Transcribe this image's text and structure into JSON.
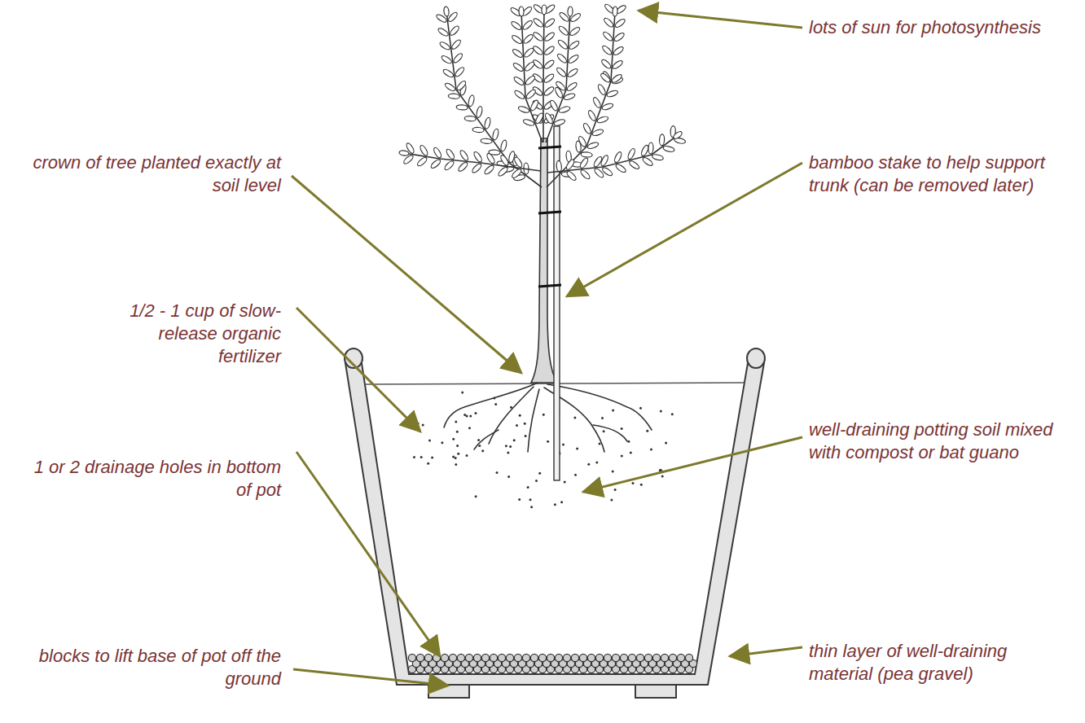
{
  "diagram": {
    "labels": [
      "lots of sun for photosynthesis",
      "crown of tree planted exactly at soil level",
      "bamboo stake to help support trunk (can be removed later)",
      "1/2 - 1 cup of slow-release organic fertilizer",
      "well-draining potting soil mixed with compost or bat guano",
      "1 or 2 drainage holes in bottom of pot",
      "blocks to lift base of pot off the ground",
      "thin layer of well-draining material (pea gravel)"
    ]
  }
}
